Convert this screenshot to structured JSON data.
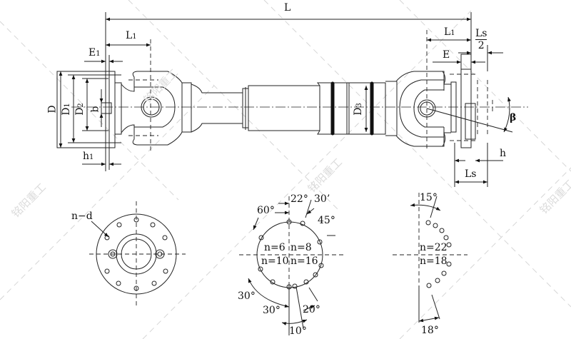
{
  "watermark": "铭阳重工",
  "main_view": {
    "L": "L",
    "L1_left": "L1",
    "E1": "E1",
    "D": "D",
    "D1": "D1",
    "D2": "D2",
    "b": "b",
    "h1": "h1",
    "D3": "D3",
    "L1_right": "L1",
    "Ls_half_num": "Ls",
    "Ls_half_den": "2",
    "E": "E",
    "beta": "β",
    "h": "h",
    "Ls": "Ls"
  },
  "flange_view": {
    "label": "n−d"
  },
  "bolt_pattern": {
    "angles": [
      "22°",
      "30’",
      "60°",
      "45°",
      "30°",
      "30°",
      "20°",
      "10°"
    ],
    "counts": [
      "n=6",
      "n=8",
      "n=10",
      "n=16"
    ]
  },
  "half_pattern": {
    "angles": [
      "15°",
      "18°"
    ],
    "counts": [
      "n=22",
      "n=18"
    ]
  }
}
